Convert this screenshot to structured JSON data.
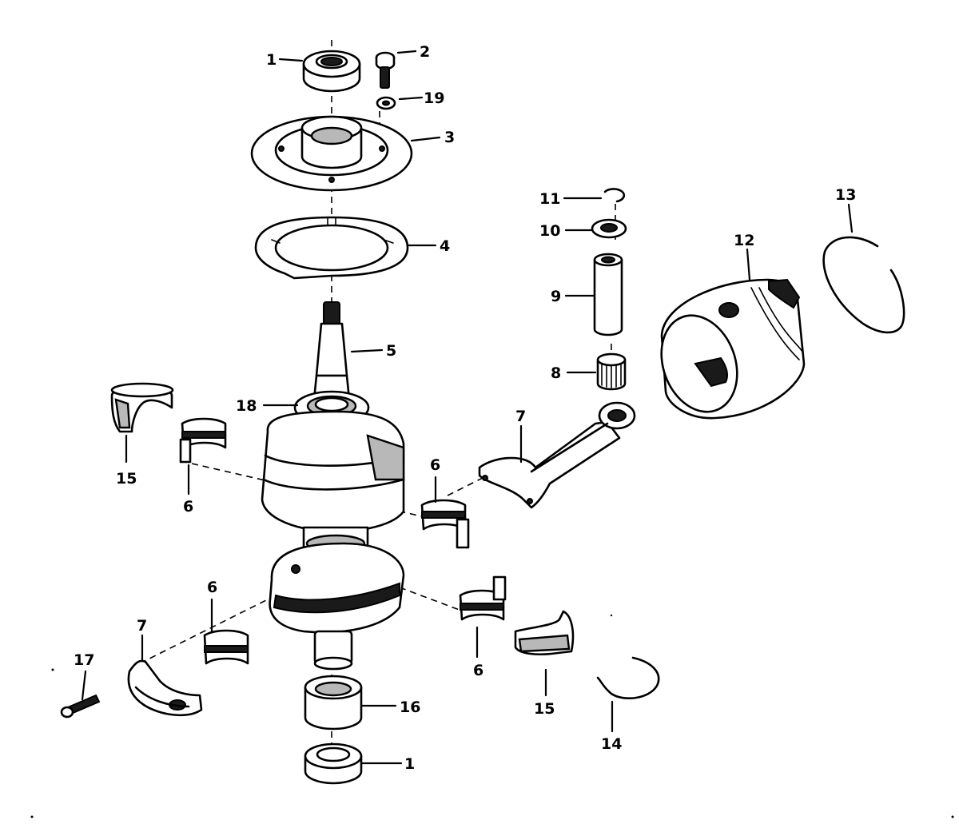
{
  "callouts": [
    {
      "key": "c1a",
      "label": "1"
    },
    {
      "key": "c2",
      "label": "2"
    },
    {
      "key": "c19",
      "label": "19"
    },
    {
      "key": "c3",
      "label": "3"
    },
    {
      "key": "c4",
      "label": "4"
    },
    {
      "key": "c5",
      "label": "5"
    },
    {
      "key": "c18",
      "label": "18"
    },
    {
      "key": "c15a",
      "label": "15"
    },
    {
      "key": "c6a",
      "label": "6"
    },
    {
      "key": "c6b",
      "label": "6"
    },
    {
      "key": "c6c",
      "label": "6"
    },
    {
      "key": "c6d",
      "label": "6"
    },
    {
      "key": "c7a",
      "label": "7"
    },
    {
      "key": "c7b",
      "label": "7"
    },
    {
      "key": "c8",
      "label": "8"
    },
    {
      "key": "c9",
      "label": "9"
    },
    {
      "key": "c10",
      "label": "10"
    },
    {
      "key": "c11",
      "label": "11"
    },
    {
      "key": "c12",
      "label": "12"
    },
    {
      "key": "c13",
      "label": "13"
    },
    {
      "key": "c14",
      "label": "14"
    },
    {
      "key": "c15b",
      "label": "15"
    },
    {
      "key": "c16",
      "label": "16"
    },
    {
      "key": "c17",
      "label": "17"
    },
    {
      "key": "c1b",
      "label": "1"
    }
  ]
}
